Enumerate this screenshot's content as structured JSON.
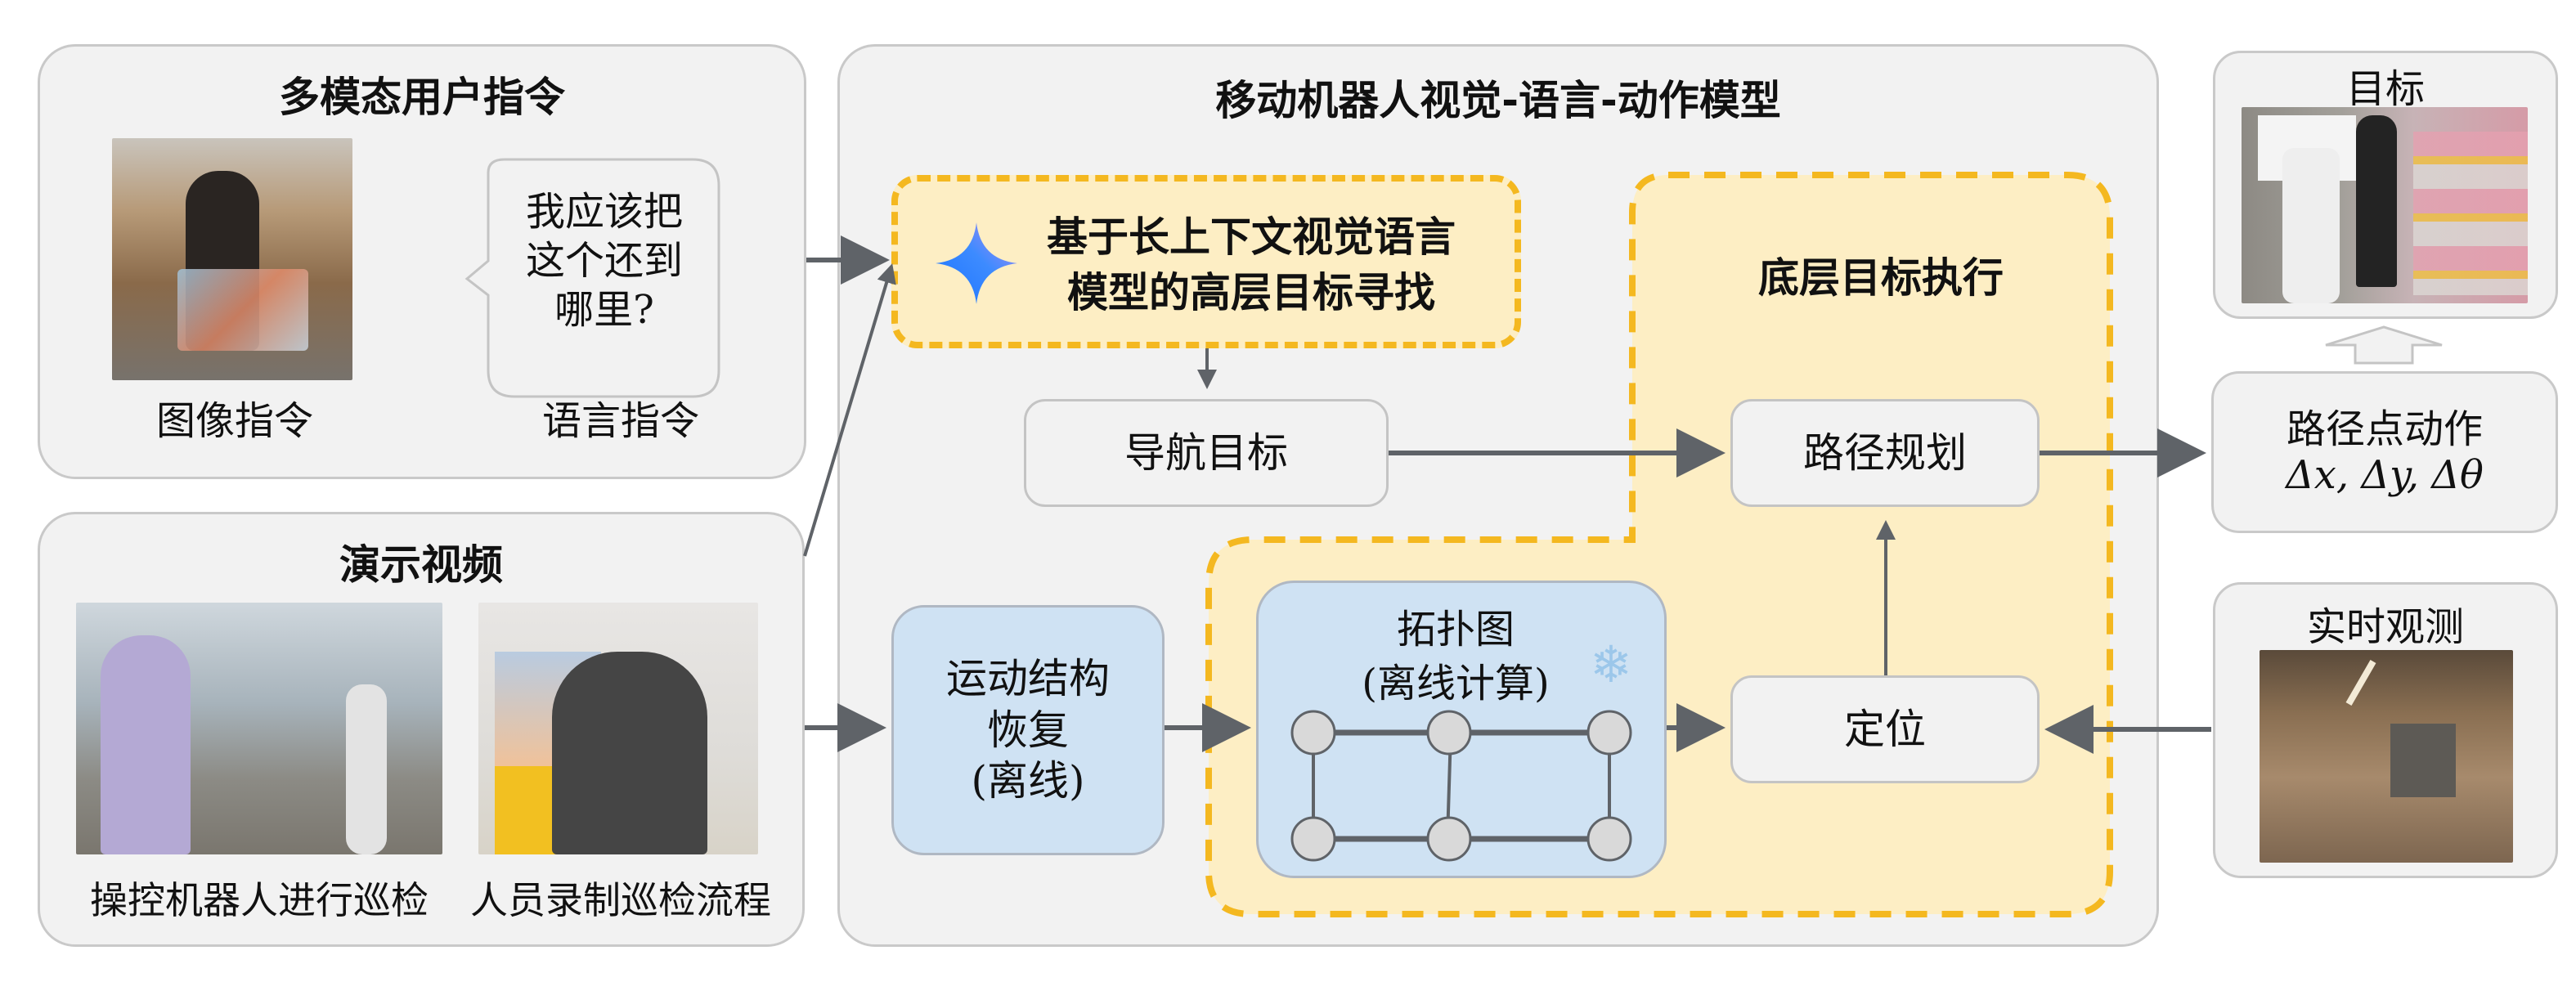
{
  "panels": {
    "multimodal_instruction": {
      "title": "多模态用户指令",
      "image_caption": "图像指令",
      "speech_bubble_lines": [
        "我应该把",
        "这个还到",
        "哪里?"
      ],
      "language_caption": "语言指令"
    },
    "demo_video": {
      "title": "演示视频",
      "left_caption": "操控机器人进行巡检",
      "right_caption": "人员录制巡检流程"
    },
    "vla_model": {
      "title": "移动机器人视觉-语言-动作模型",
      "high_level": {
        "lines": [
          "基于长上下文视觉语言",
          "模型的高层目标寻找"
        ],
        "icon": "sparkle-icon"
      },
      "nav_goal": "导航目标",
      "low_level_title": "底层目标执行",
      "path_planning": "路径规划",
      "sfm": {
        "lines": [
          "运动结构",
          "恢复",
          "(离线)"
        ]
      },
      "topo_graph": {
        "lines": [
          "拓扑图",
          "(离线计算)"
        ],
        "icon": "snowflake-icon"
      },
      "localization": "定位"
    },
    "goal": {
      "title": "目标"
    },
    "waypoint_action": {
      "lines": [
        "路径点动作",
        "Δx, Δy, Δθ"
      ]
    },
    "realtime_obs": {
      "title": "实时观测"
    }
  },
  "colors": {
    "panel_bg": "#f2f2f2",
    "panel_border": "#c9c9c9",
    "yellow_fill": "#fdeec4",
    "yellow_dash": "#f4b820",
    "blue_fill": "#cfe2f3",
    "arrow": "#5f6368",
    "node_fill": "#d9d9d9"
  }
}
